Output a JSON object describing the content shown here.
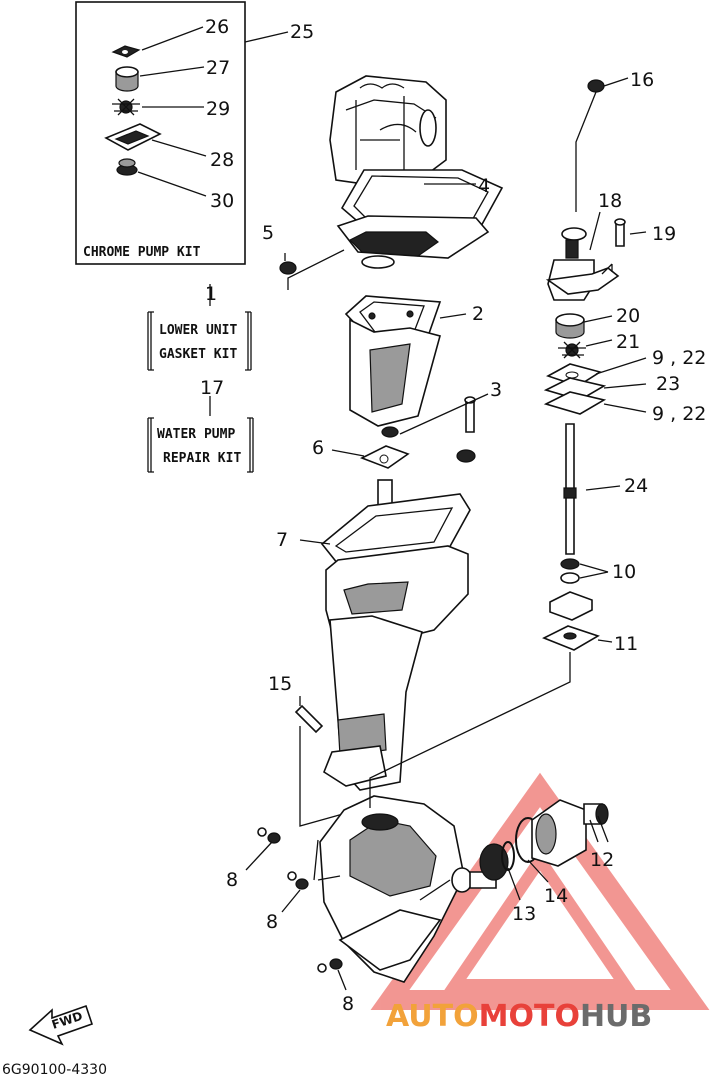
{
  "diagram": {
    "callouts": [
      {
        "id": "c26",
        "label": "26"
      },
      {
        "id": "c25",
        "label": "25"
      },
      {
        "id": "c27",
        "label": "27"
      },
      {
        "id": "c29",
        "label": "29"
      },
      {
        "id": "c28",
        "label": "28"
      },
      {
        "id": "c30",
        "label": "30"
      },
      {
        "id": "c16",
        "label": "16"
      },
      {
        "id": "c4",
        "label": "4"
      },
      {
        "id": "c18",
        "label": "18"
      },
      {
        "id": "c5",
        "label": "5"
      },
      {
        "id": "c19",
        "label": "19"
      },
      {
        "id": "c1",
        "label": "1"
      },
      {
        "id": "c2",
        "label": "2"
      },
      {
        "id": "c20",
        "label": "20"
      },
      {
        "id": "c21",
        "label": "21"
      },
      {
        "id": "c922a",
        "label": "9 , 22"
      },
      {
        "id": "c23",
        "label": "23"
      },
      {
        "id": "c17",
        "label": "17"
      },
      {
        "id": "c3",
        "label": "3"
      },
      {
        "id": "c922b",
        "label": "9 , 22"
      },
      {
        "id": "c6",
        "label": "6"
      },
      {
        "id": "c24",
        "label": "24"
      },
      {
        "id": "c7",
        "label": "7"
      },
      {
        "id": "c10",
        "label": "10"
      },
      {
        "id": "c11",
        "label": "11"
      },
      {
        "id": "c15",
        "label": "15"
      },
      {
        "id": "c12",
        "label": "12"
      },
      {
        "id": "c8a",
        "label": "8"
      },
      {
        "id": "c14",
        "label": "14"
      },
      {
        "id": "c13",
        "label": "13"
      },
      {
        "id": "c8b",
        "label": "8"
      },
      {
        "id": "c8c",
        "label": "8"
      }
    ],
    "kits": {
      "chrome_pump": "CHROME PUMP KIT",
      "lower_unit_line1": "LOWER UNIT",
      "lower_unit_line2": "GASKET KIT",
      "water_pump_line1": "WATER PUMP",
      "water_pump_line2": "REPAIR KIT"
    },
    "direction_label": "FWD",
    "drawing_number": "6G90100-4330"
  },
  "watermark": {
    "part1": "AUTO",
    "part2": "MOTO",
    "part3": "HUB",
    "colors": {
      "orange": "#f2a23a",
      "red": "#e8413a",
      "grey": "#6b6b6b"
    }
  }
}
